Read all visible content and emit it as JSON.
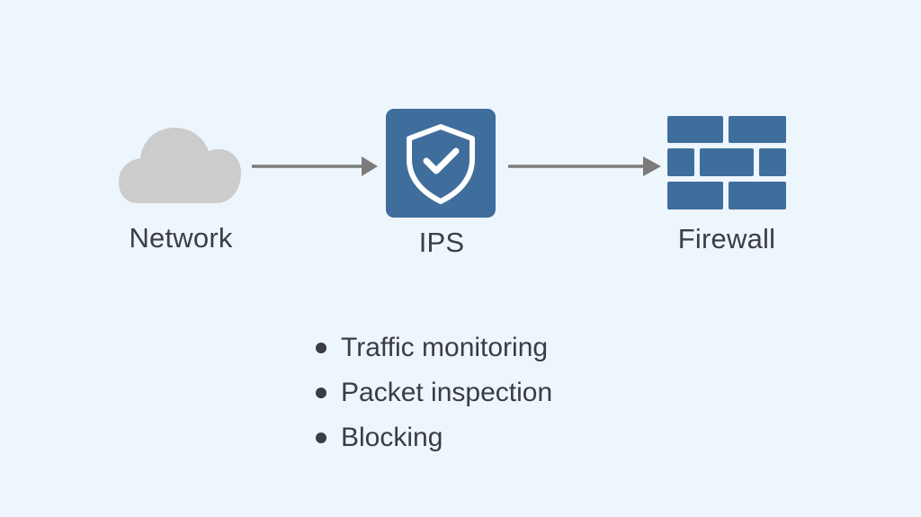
{
  "nodes": {
    "network": {
      "label": "Network",
      "icon": "cloud-icon"
    },
    "ips": {
      "label": "IPS",
      "icon": "shield-check-icon"
    },
    "firewall": {
      "label": "Firewall",
      "icon": "brick-wall-icon"
    }
  },
  "features": [
    "Traffic monitoring",
    "Packet inspection",
    "Blocking"
  ],
  "colors": {
    "background": "#eef6fd",
    "accent": "#3f6e9c",
    "cloud": "#cccccc",
    "arrow": "#7b7b7b",
    "text": "#3a3d42"
  }
}
